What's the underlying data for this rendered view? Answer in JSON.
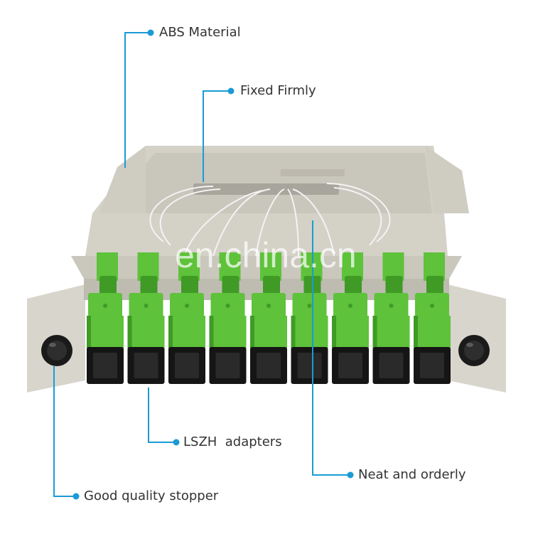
{
  "callouts": {
    "abs_material": "ABS Material",
    "fixed_firmly": "Fixed Firmly",
    "lszh_adapters": "LSZH  adapters",
    "neat_and_orderly": "Neat and orderly",
    "good_quality_stopper": "Good quality stopper"
  },
  "watermark": "en.china.cn",
  "product": {
    "adapter_count": 9,
    "adapter_color": "#5ec23a",
    "adapter_shade": "#3f9a26",
    "housing_color": "#d9d6cd",
    "callout_color": "#1b9ad6"
  }
}
